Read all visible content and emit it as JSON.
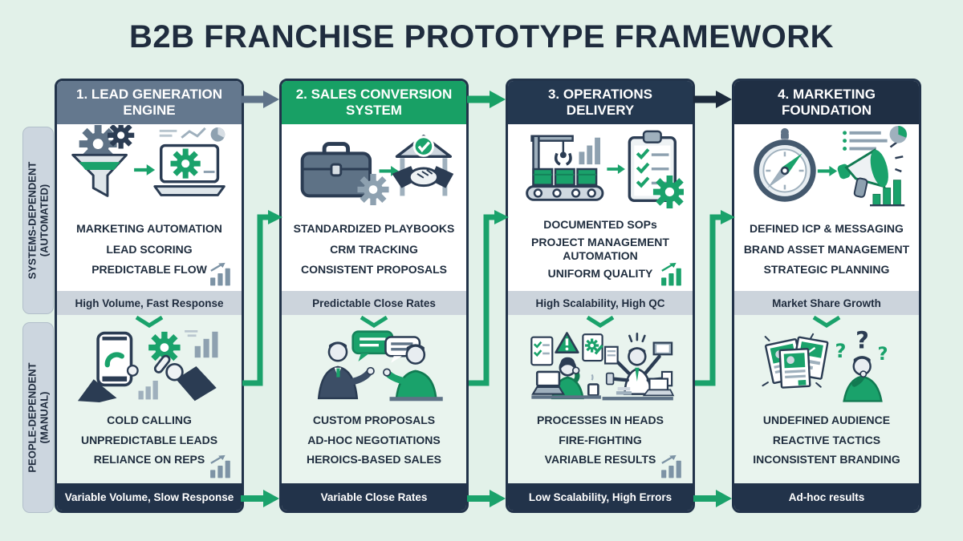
{
  "title": "B2B FRANCHISE PROTOTYPE FRAMEWORK",
  "palette": {
    "background": "#e2f1e9",
    "navy": "#22334a",
    "green": "#1aa26b",
    "slate": "#64788e",
    "mid_banner_bg": "#ccd4dc",
    "bottom_banner_bg": "#22334a",
    "card_top_bg": "#ffffff",
    "card_bottom_bg": "#e9f4ee",
    "side_label_bg": "#ccd6df"
  },
  "row_labels": [
    {
      "line1": "SYSTEMS-DEPENDENT",
      "line2": "(AUTOMATED)"
    },
    {
      "line1": "PEOPLE-DEPENDENT",
      "line2": "(MANUAL)"
    }
  ],
  "columns": [
    {
      "header": "1. LEAD GENERATION ENGINE",
      "header_color": "#64788e",
      "top": {
        "icons": [
          "gears-icon",
          "funnel-icon",
          "arrow-right-icon",
          "laptop-gear-icon",
          "growth-chart-icon"
        ],
        "items": [
          "MARKETING AUTOMATION",
          "LEAD SCORING",
          "PREDICTABLE FLOW"
        ],
        "banner": "High Volume, Fast Response"
      },
      "bottom": {
        "icons": [
          "hand-phone-icon",
          "click-gear-icon",
          "bar-chart-icon",
          "growth-chart-icon"
        ],
        "items": [
          "COLD CALLING",
          "UNPREDICTABLE LEADS",
          "RELIANCE ON REPS"
        ],
        "banner": "Variable Volume, Slow Response"
      }
    },
    {
      "header": "2. SALES CONVERSION SYSTEM",
      "header_color": "#18a065",
      "top": {
        "icons": [
          "briefcase-gear-icon",
          "arrow-right-icon",
          "handshake-building-icon"
        ],
        "items": [
          "STANDARDIZED PLAYBOOKS",
          "CRM TRACKING",
          "CONSISTENT PROPOSALS"
        ],
        "banner": "Predictable Close Rates"
      },
      "bottom": {
        "icons": [
          "salespeople-conversation-icon",
          "speech-bubbles-icon"
        ],
        "items": [
          "CUSTOM PROPOSALS",
          "AD-HOC NEGOTIATIONS",
          "HEROICS-BASED SALES"
        ],
        "banner": "Variable Close Rates"
      }
    },
    {
      "header": "3. OPERATIONS DELIVERY",
      "header_color": "#243850",
      "top": {
        "icons": [
          "conveyor-crane-icon",
          "bar-chart-icon",
          "arrow-right-icon",
          "checklist-gear-icon",
          "growth-chart-icon"
        ],
        "items": [
          "DOCUMENTED SOPs",
          "PROJECT MANAGEMENT AUTOMATION",
          "UNIFORM QUALITY"
        ],
        "banner": "High Scalability, High QC"
      },
      "bottom": {
        "icons": [
          "stressed-worker-icon",
          "warning-triangle-icon",
          "multitasking-worker-icon",
          "growth-chart-icon"
        ],
        "items": [
          "PROCESSES IN HEADS",
          "FIRE-FIGHTING",
          "VARIABLE RESULTS"
        ],
        "banner": "Low Scalability, High Errors"
      }
    },
    {
      "header": "4. MARKETING FOUNDATION",
      "header_color": "#1f2f44",
      "top": {
        "icons": [
          "compass-icon",
          "arrow-right-icon",
          "megaphone-icon",
          "pie-chart-icon",
          "bar-chart-icon"
        ],
        "items": [
          "DEFINED ICP & MESSAGING",
          "BRAND ASSET MANAGEMENT",
          "STRATEGIC PLANNING"
        ],
        "banner": "Market Share Growth"
      },
      "bottom": {
        "icons": [
          "scattered-flyers-icon",
          "confused-person-icon",
          "question-marks-icon"
        ],
        "items": [
          "UNDEFINED AUDIENCE",
          "REACTIVE TACTICS",
          "INCONSISTENT BRANDING"
        ],
        "banner": "Ad-hoc results"
      }
    }
  ],
  "connectors": {
    "header_arrow_colors": [
      "#5f7389",
      "#18a065",
      "#1c2a3c"
    ],
    "banner_arrows_color": "#1aa26b",
    "feedback_connectors_color": "#1aa26b"
  }
}
